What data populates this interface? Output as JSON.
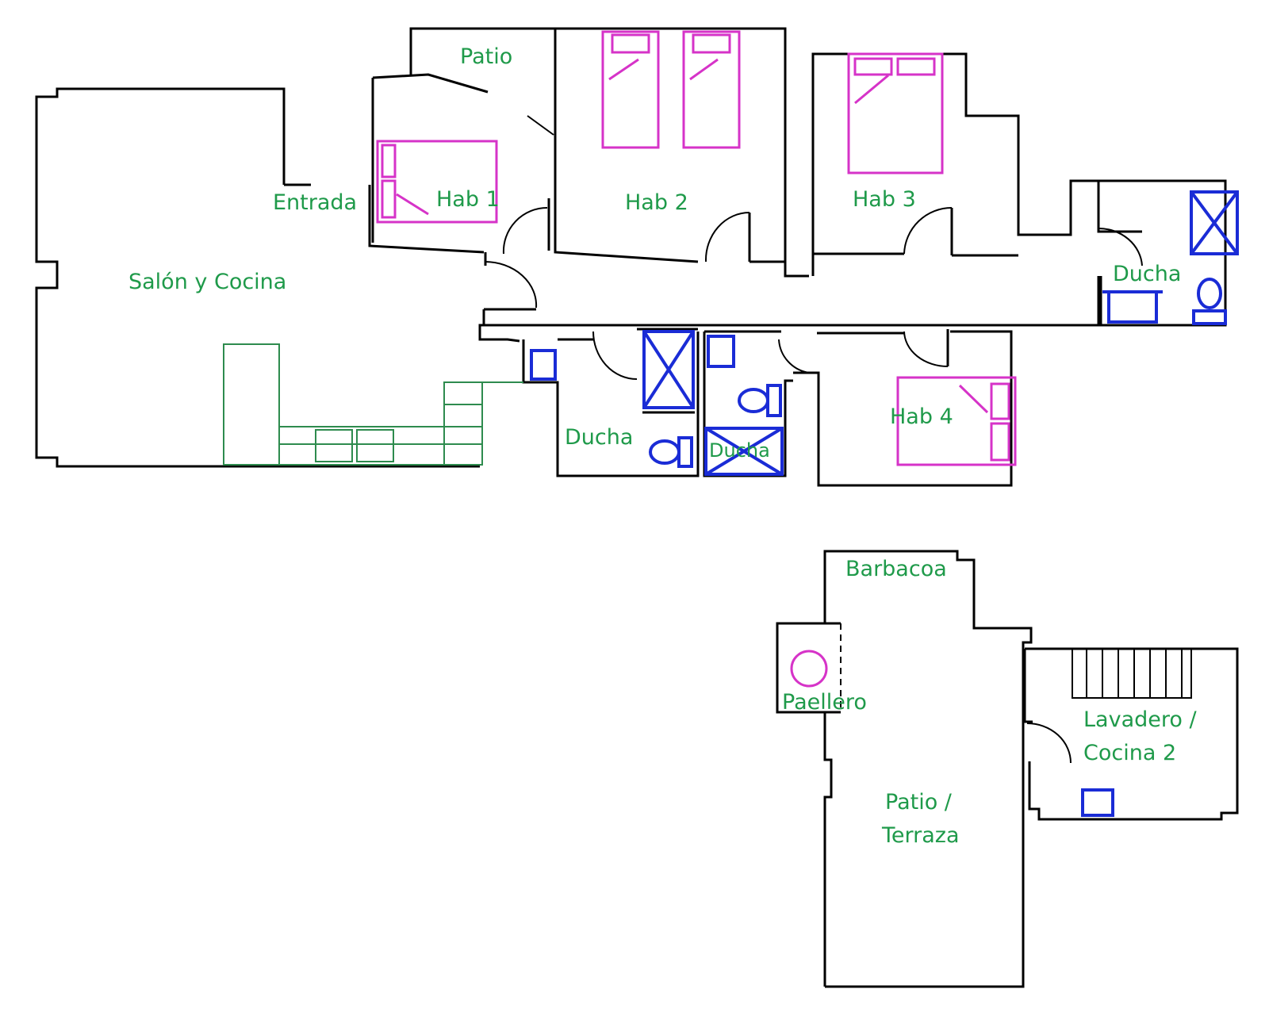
{
  "rooms": {
    "salon": "Salón y Cocina",
    "entrada": "Entrada",
    "patio": "Patio",
    "hab1": "Hab 1",
    "hab2": "Hab 2",
    "hab3": "Hab 3",
    "hab4": "Hab 4",
    "ducha_right": "Ducha",
    "ducha_mid": "Ducha",
    "ducha_small": "Ducha",
    "barbacoa": "Barbacoa",
    "paellero": "Paellero",
    "lavadero_line1": "Lavadero /",
    "lavadero_line2": "Cocina 2",
    "terraza_line1": "Patio /",
    "terraza_line2": "Terraza"
  },
  "colors": {
    "walls": "#000000",
    "labels": "#1f9a4a",
    "beds": "#d633c8",
    "bathroom_fixtures": "#1a2cd6",
    "kitchen": "#2e8b4e"
  }
}
